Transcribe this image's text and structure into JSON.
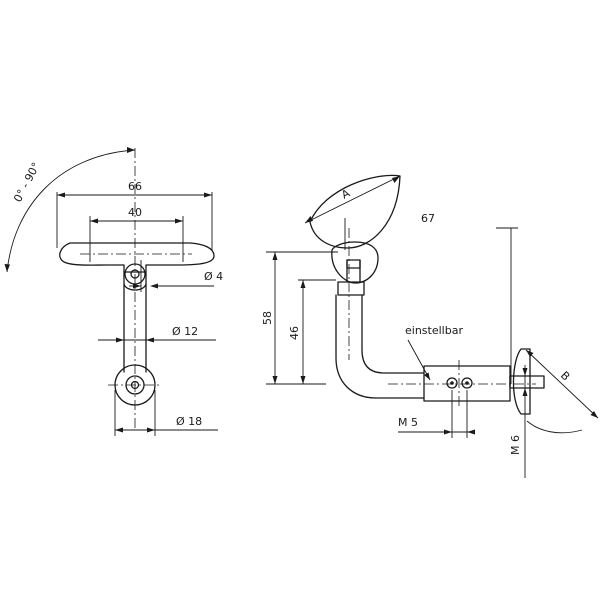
{
  "dimensions": {
    "angle": "0° - 90°",
    "width_outer": "66",
    "width_inner": "40",
    "dia_4": "Ø 4",
    "dia_12": "Ø 12",
    "dia_18": "Ø 18",
    "dim_a": "A",
    "dim_67": "67",
    "height_58": "58",
    "height_46": "46",
    "note_adjustable": "einstellbar",
    "dim_b": "B",
    "thread_m5": "M 5",
    "thread_m6": "M 6"
  }
}
